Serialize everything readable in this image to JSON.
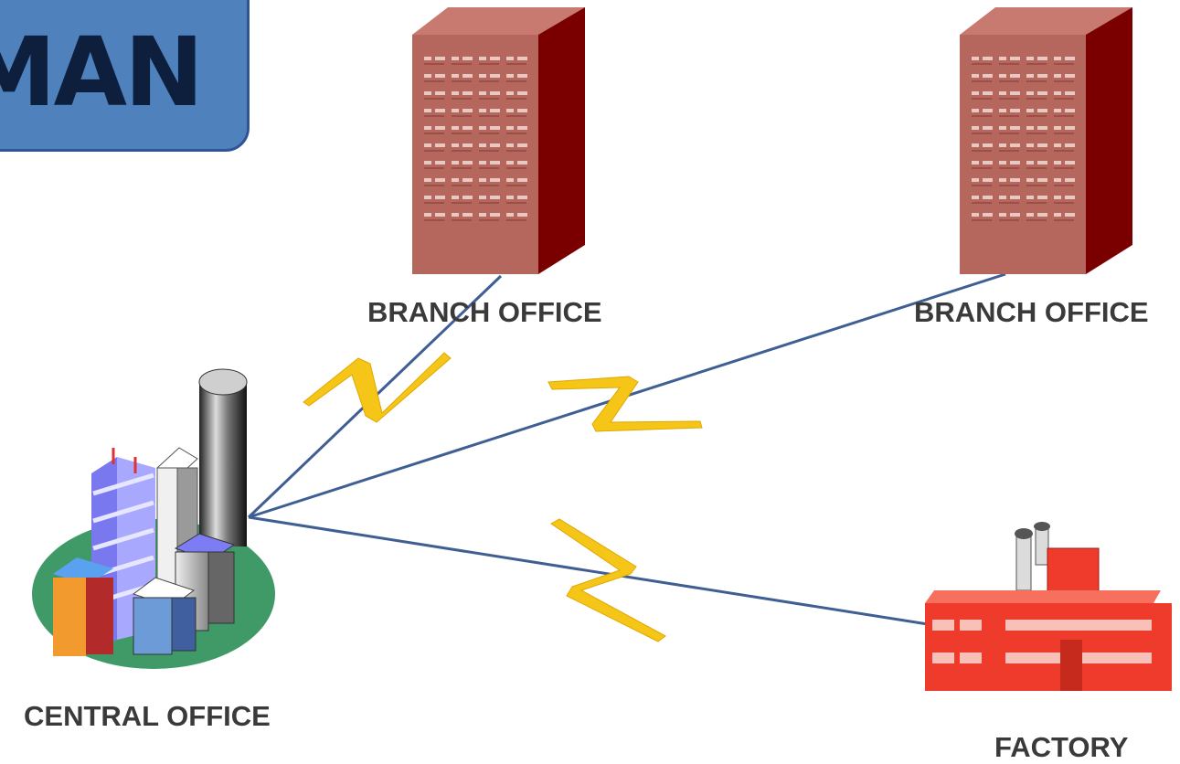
{
  "title": "MAN",
  "nodes": {
    "central": {
      "label": "CENTRAL OFFICE"
    },
    "branch_1": {
      "label": "BRANCH OFFICE"
    },
    "branch_2": {
      "label": "BRANCH OFFICE"
    },
    "factory": {
      "label": "FACTORY"
    }
  },
  "links": [
    {
      "from": "central",
      "to": "branch_1"
    },
    {
      "from": "central",
      "to": "branch_2"
    },
    {
      "from": "central",
      "to": "factory"
    }
  ],
  "icons": [
    "lightning-bolt-icon",
    "office-building-icon",
    "city-buildings-icon",
    "factory-icon"
  ],
  "colors": {
    "title_fill": "#4f81bd",
    "title_text": "#0e1f3d",
    "link": "#3f5f94",
    "bolt": "#f5c518",
    "building_front": "#b5665d",
    "building_side": "#7a0000",
    "factory": "#ee3b2b",
    "island": "#3f9a68"
  }
}
